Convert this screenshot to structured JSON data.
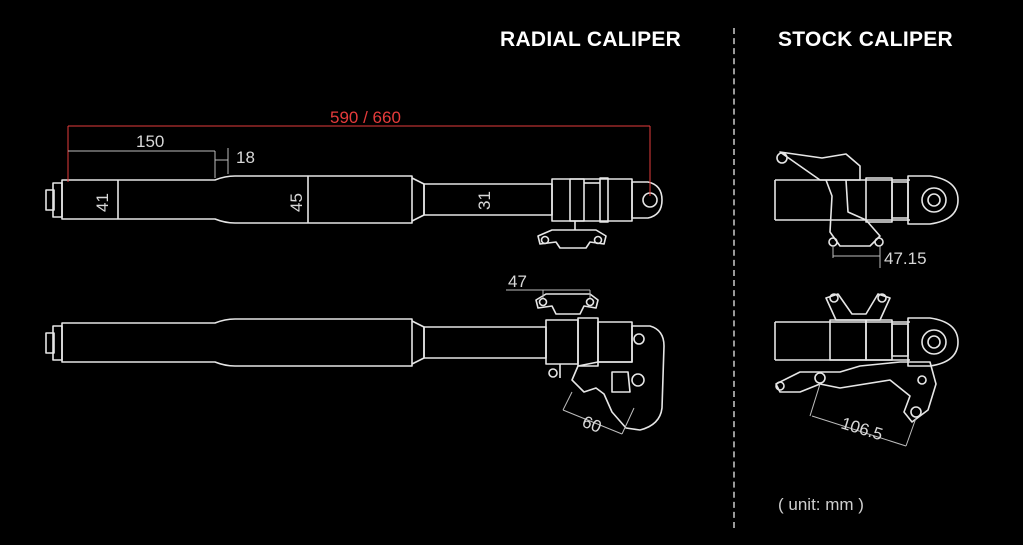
{
  "headings": {
    "radial": "RADIAL CALIPER",
    "stock": "STOCK CALIPER"
  },
  "unit_note": "( unit: mm )",
  "dimensions": {
    "total_length": "590 / 660",
    "upper_section": "150",
    "taper": "18",
    "dia_top": "41",
    "dia_mid": "45",
    "dia_inner": "31",
    "radial_mount_spacing": "47",
    "radial_caliper": "60",
    "stock_mount_spacing_top": "47.15",
    "stock_mount_spacing_bottom": "106.5"
  },
  "colors": {
    "background": "#000000",
    "line": "#e6e6e6",
    "accent": "#e53b3b"
  }
}
